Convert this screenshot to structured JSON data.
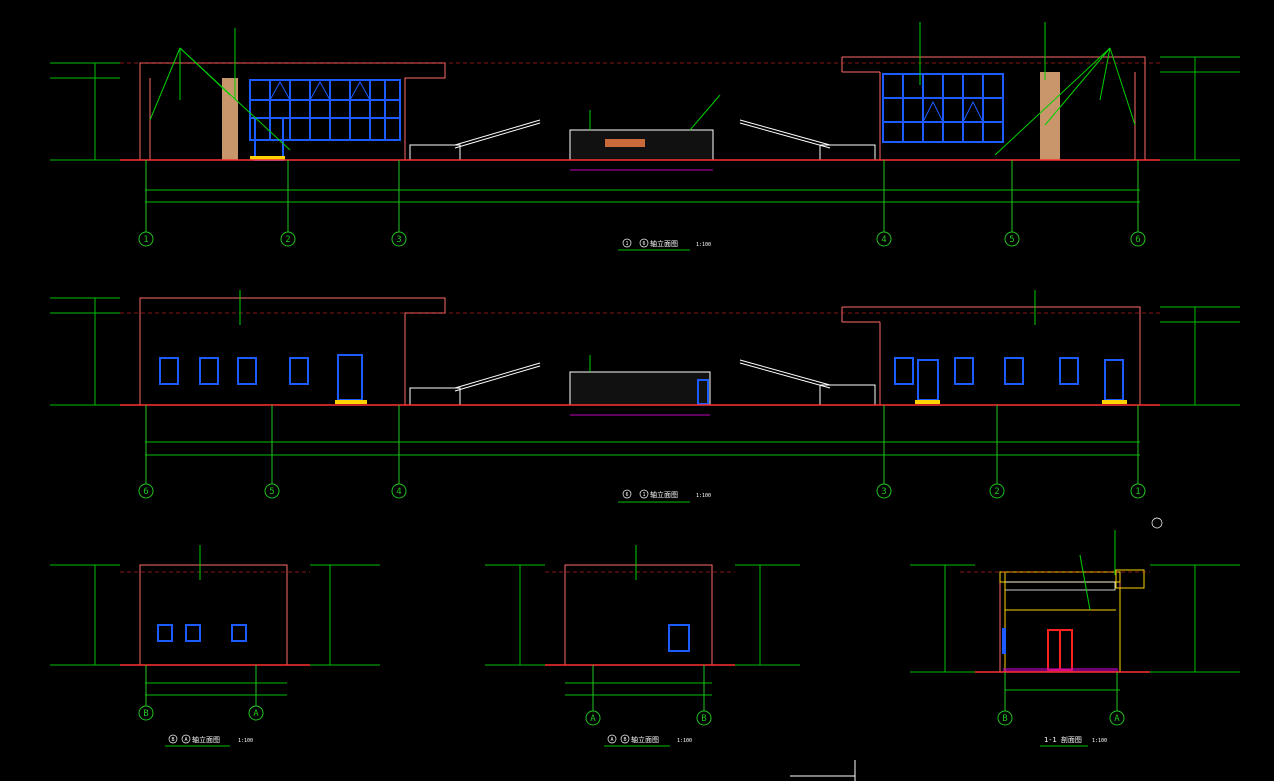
{
  "colors": {
    "background": "#000000",
    "outline": "#ff6a6a",
    "axis": "#22c322",
    "window": "#1e5bff",
    "leader": "#00d000",
    "column": "#c8966a",
    "dim": "#00c000",
    "annotation": "#ffffff",
    "hatch": "#ffffff",
    "section": "#ff2020",
    "magenta": "#c000c0",
    "yellow": "#ffd200"
  },
  "elevations": {
    "top": {
      "axes": [
        "1",
        "2",
        "3",
        "4",
        "5",
        "6"
      ],
      "title_markers": [
        "1",
        "6"
      ],
      "title_text": "轴立面图",
      "scale": "1:100"
    },
    "middle": {
      "axes": [
        "6",
        "5",
        "4",
        "3",
        "2",
        "1"
      ],
      "title_markers": [
        "6",
        "1"
      ],
      "title_text": "轴立面图",
      "scale": "1:100"
    },
    "bottom_left": {
      "axes": [
        "B",
        "A"
      ],
      "title_markers": [
        "B",
        "A"
      ],
      "title_text": "轴立面图",
      "scale": "1:100"
    },
    "bottom_middle": {
      "axes": [
        "A",
        "B"
      ],
      "title_markers": [
        "A",
        "B"
      ],
      "title_text": "轴立面图",
      "scale": "1:100"
    },
    "bottom_right": {
      "axes": [
        "B",
        "A"
      ],
      "title_text": "1-1 剖面图",
      "scale": "1:100"
    }
  }
}
